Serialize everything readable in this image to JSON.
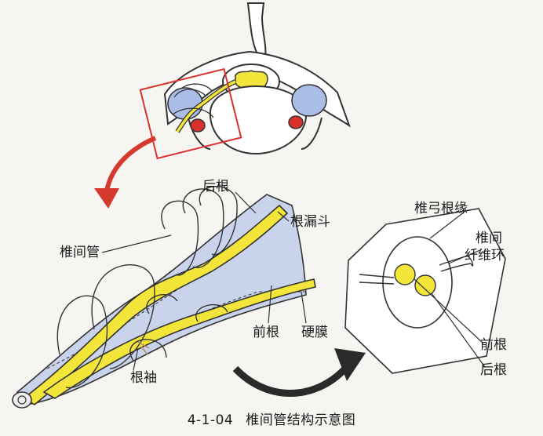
{
  "labels": {
    "posterior_root": "后根",
    "root_funnel": "根漏斗",
    "intervertebral_canal": "椎间管",
    "anterior_root": "前根",
    "dura": "硬膜",
    "root_sleeve": "根袖",
    "pedicle_margin": "椎弓根缘",
    "intervertebral": "椎间",
    "fibrous_ring": "纤维环",
    "anterior_root_2": "前根",
    "posterior_root_2": "后根"
  },
  "caption": {
    "number": "4-1-04",
    "title": "椎间管结构示意图"
  },
  "colors": {
    "nerve_yellow": "#f3e53a",
    "dura_blue": "#c9d4ec",
    "disc_blue": "#a9bde6",
    "artery_red": "#d9312a",
    "arrow_red": "#d53a2f",
    "arrow_dark": "#2a2a2a",
    "box_red": "#d8322c"
  }
}
